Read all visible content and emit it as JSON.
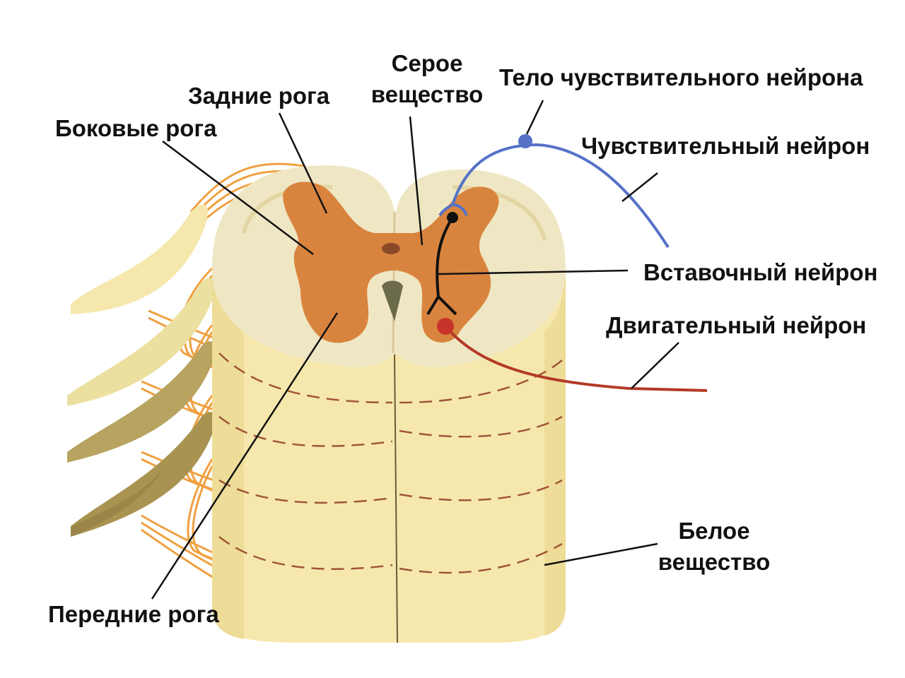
{
  "labels": {
    "gray_matter": {
      "line1": "Серое",
      "line2": "вещество"
    },
    "posterior_horns": "Задние рога",
    "lateral_horns": "Боковые рога",
    "sensory_body": "Тело чувствительного нейрона",
    "sensory_neuron": "Чувствительный нейрон",
    "interneuron": "Вставочный нейрон",
    "motor_neuron": "Двигательный нейрон",
    "white_matter": {
      "line1": "Белое",
      "line2": "вещество"
    },
    "anterior_horns": "Передние рога"
  },
  "colors": {
    "white_matter_outer": "#f6e8ad",
    "white_matter_cross": "#efe7c4",
    "gray_matter": "#d9843e",
    "nerve_orange": "#f0a040",
    "sensory_blue": "#5572c8",
    "motor_red": "#b43a28",
    "dashed_line": "#a0553a",
    "ganglion": "#d9c06a"
  }
}
